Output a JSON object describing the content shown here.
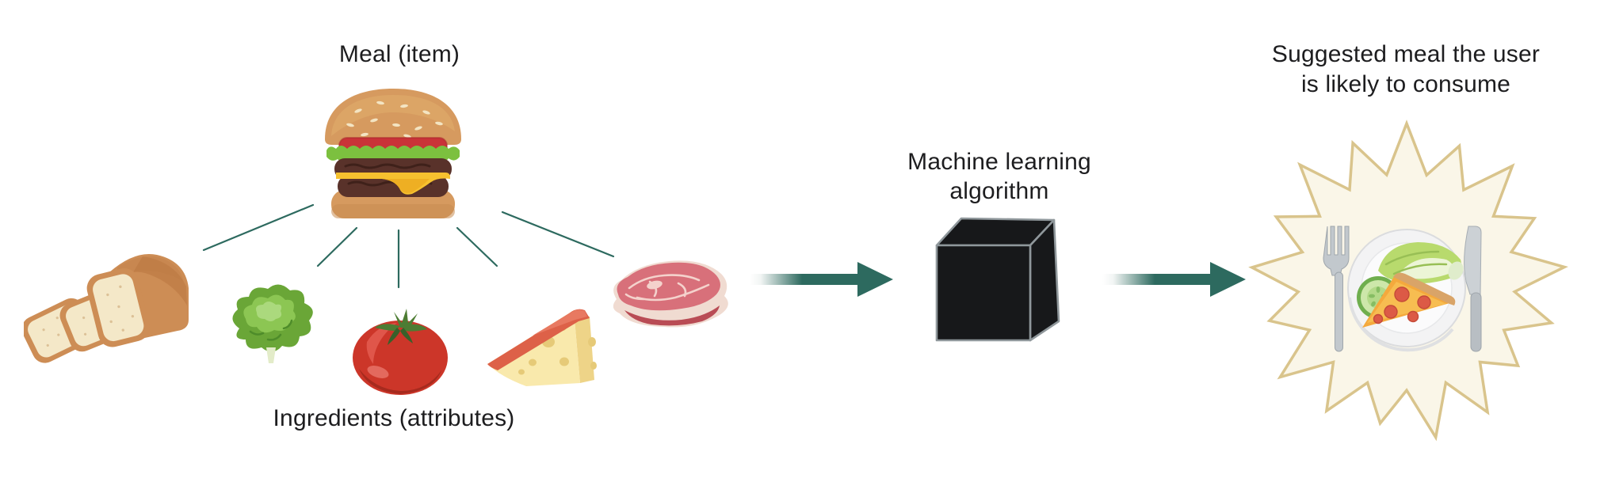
{
  "diagram": {
    "labels": {
      "meal": "Meal (item)",
      "ingredients": "Ingredients (attributes)",
      "algorithm_line1": "Machine learning",
      "algorithm_line2": "algorithm",
      "output_line1": "Suggested meal the user",
      "output_line2": "is likely to consume"
    },
    "items": {
      "meal_icon": "hamburger-icon",
      "ingredient_icons": [
        "bread-icon",
        "lettuce-icon",
        "tomato-icon",
        "cheese-icon",
        "meat-icon"
      ],
      "algorithm_icon": "black-box-cube-icon",
      "output_icon": "meal-plate-starburst-icon",
      "flow_icons": [
        "arrow-right-icon",
        "arrow-right-icon"
      ]
    },
    "colors": {
      "background": "#ffffff",
      "text": "#1d1d1f",
      "arrow_teal": "#2d6a5f",
      "connector_teal": "#2d6a5f",
      "cube_fill": "#17181a",
      "cube_stroke": "#8f979b",
      "starburst_fill": "#faf6e8",
      "starburst_stroke": "#d9c48c"
    }
  }
}
